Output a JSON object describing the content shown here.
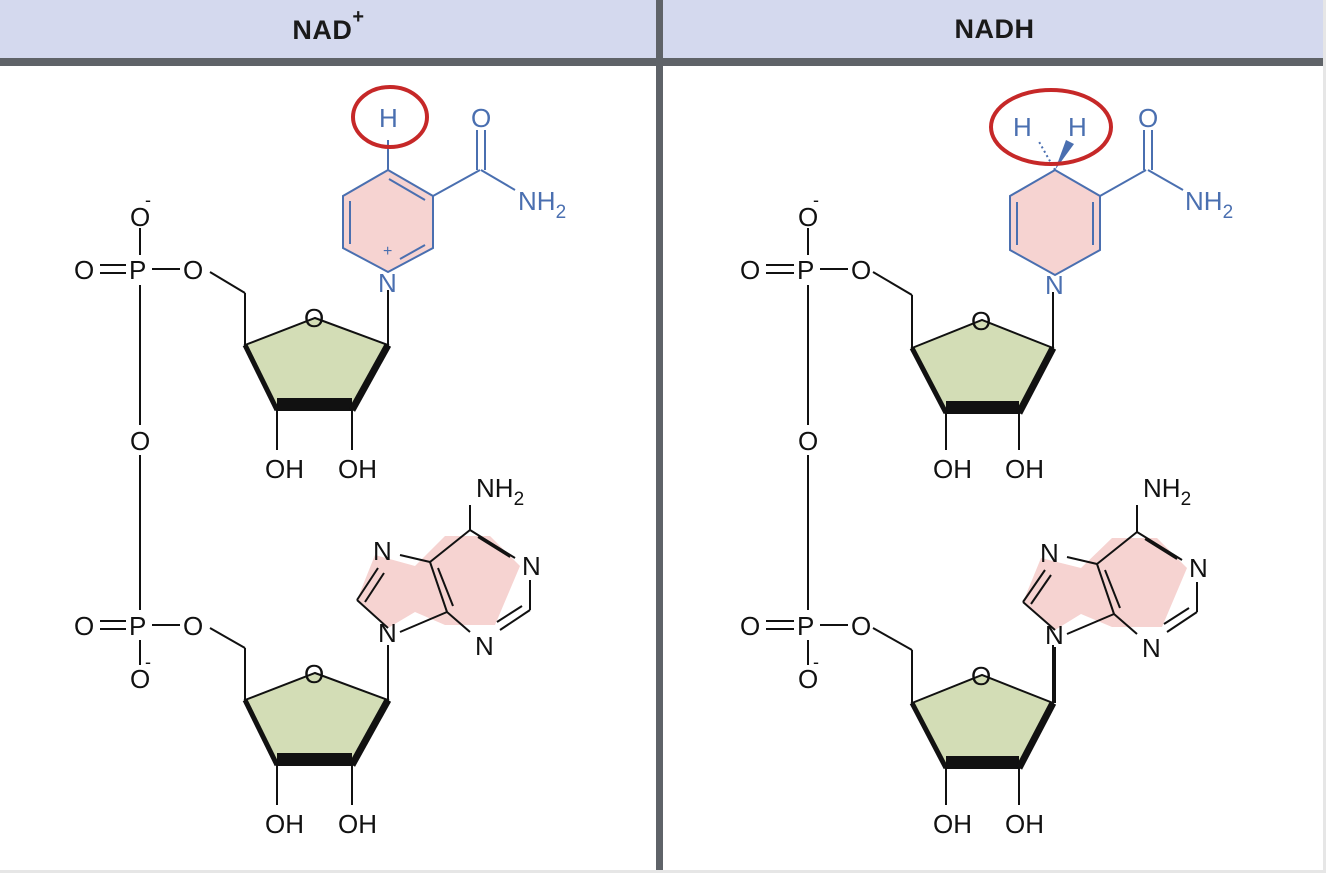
{
  "panels": [
    {
      "id": "nad-plus",
      "title": "NAD",
      "title_superscript": "+",
      "labels": {
        "phosphate_top_o_minus": "O",
        "phosphate_top_o_double": "O",
        "phosphate_top_p": "P",
        "phosphate_top_o_link": "O",
        "bridge_o": "O",
        "phosphate_bottom_o_double": "O",
        "phosphate_bottom_p": "P",
        "phosphate_bottom_o_link": "O",
        "phosphate_bottom_o_minus": "O",
        "ribose_top_o": "O",
        "ribose_top_oh_left": "OH",
        "ribose_top_oh_right": "OH",
        "ribose_bottom_o": "O",
        "ribose_bottom_oh_left": "OH",
        "ribose_bottom_oh_right": "OH",
        "nicotinamide_n": "N",
        "nicotinamide_plus": "+",
        "nicotinamide_h": "H",
        "amide_o": "O",
        "amide_nh2": "NH",
        "amide_nh2_sub": "2",
        "adenine_nh2": "NH",
        "adenine_nh2_sub": "2",
        "adenine_n7": "N",
        "adenine_n1": "N",
        "adenine_n9": "N",
        "adenine_n3": "N",
        "minus": "-"
      }
    },
    {
      "id": "nadh",
      "title": "NADH",
      "title_superscript": "",
      "labels": {
        "phosphate_top_o_minus": "O",
        "phosphate_top_o_double": "O",
        "phosphate_top_p": "P",
        "phosphate_top_o_link": "O",
        "bridge_o": "O",
        "phosphate_bottom_o_double": "O",
        "phosphate_bottom_p": "P",
        "phosphate_bottom_o_link": "O",
        "phosphate_bottom_o_minus": "O",
        "ribose_top_o": "O",
        "ribose_top_oh_left": "OH",
        "ribose_top_oh_right": "OH",
        "ribose_bottom_o": "O",
        "ribose_bottom_oh_left": "OH",
        "ribose_bottom_oh_right": "OH",
        "nicotinamide_n": "N",
        "nicotinamide_h_left": "H",
        "nicotinamide_h_right": "H",
        "amide_o": "O",
        "amide_nh2": "NH",
        "amide_nh2_sub": "2",
        "adenine_nh2": "NH",
        "adenine_nh2_sub": "2",
        "adenine_n7": "N",
        "adenine_n1": "N",
        "adenine_n9": "N",
        "adenine_n3": "N",
        "minus": "-"
      }
    }
  ],
  "colors": {
    "header_bg": "#d4d9ee",
    "divider": "#5f6368",
    "ribose_fill": "#d3ddb6",
    "ring_fill": "#f6d3d1",
    "nicotinamide_blue": "#4a6fb0",
    "highlight_circle": "#c62828",
    "bond": "#111111"
  }
}
